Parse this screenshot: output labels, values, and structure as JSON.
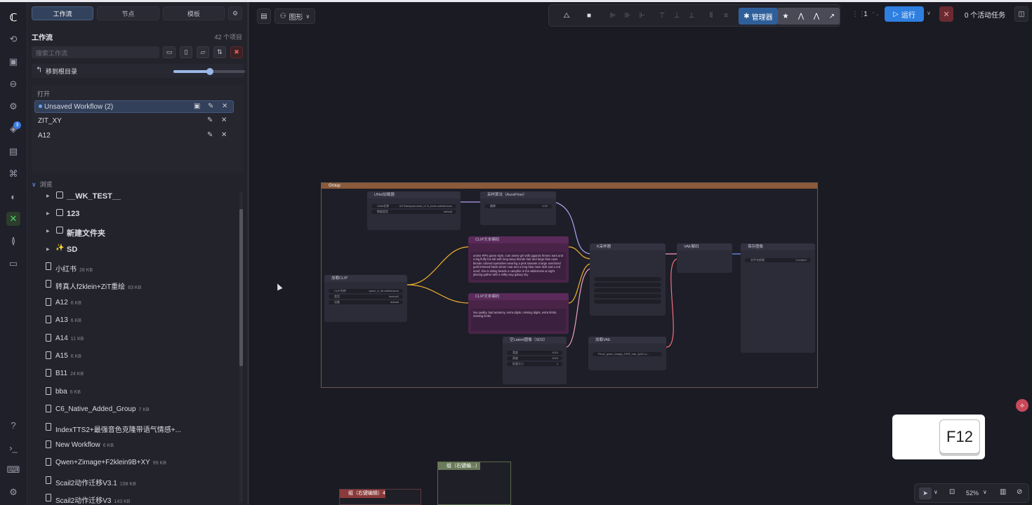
{
  "sidebar": {
    "tabs": [
      "工作流",
      "节点",
      "模板"
    ],
    "title": "工作流",
    "count": "42 个项目",
    "search_placeholder": "搜索工作流",
    "root_label": "移到根目录",
    "slider_level": 0.51,
    "open_label": "打开",
    "open_items": [
      "Unsaved Workflow (2)",
      "ZIT_XY",
      "A12"
    ],
    "browse_label": "浏览",
    "folders": [
      "__WK_TEST__",
      "123",
      "新建文件夹",
      "SD"
    ],
    "files": [
      {
        "name": "小红书",
        "size": "28 KB"
      },
      {
        "name": "转真人f2klein+ZiT重绘",
        "size": "63 KB"
      },
      {
        "name": "A12",
        "size": "6 KB"
      },
      {
        "name": "A13",
        "size": "6 KB"
      },
      {
        "name": "A14",
        "size": "11 KB"
      },
      {
        "name": "A15",
        "size": "6 KB"
      },
      {
        "name": "B11",
        "size": "24 KB"
      },
      {
        "name": "bba",
        "size": "6 KB"
      },
      {
        "name": "C6_Native_Added_Group",
        "size": "7 KB"
      },
      {
        "name": "IndexTTS2+最强音色克隆带语气情感+...",
        "size": ""
      },
      {
        "name": "New Workflow",
        "size": "6 KB"
      },
      {
        "name": "Qwen+Zimage+F2klein9B+XY",
        "size": "99 KB"
      },
      {
        "name": "Scail2动作迁移V3.1",
        "size": "158 KB"
      },
      {
        "name": "Scail2动作迁移V3",
        "size": "143 KB"
      }
    ],
    "rail_badge": "3"
  },
  "topbar": {
    "view_label": "图形",
    "manager_label": "管理器",
    "queue_count": "1",
    "run_label": "运行",
    "tasks_label": "0 个活动任务"
  },
  "canvas": {
    "group_title": "Group",
    "nodes": {
      "unet": "UNet加载器",
      "unet_w1": "UNet名称",
      "unet_w1v": "AIT3/stepcarousel_v1.5_turbo.safetensors",
      "unet_w2": "数据类型",
      "unet_w2v": "default",
      "sampling": "采样算法（AuraFlow）",
      "sampling_w": "偏移",
      "sampling_v": "3.00",
      "clip": "加载CLIP",
      "clip_w1": "CLIP名称",
      "clip_w1v": "qwen_3_4b.safetensors",
      "clip_w2": "类型",
      "clip_w2v": "lumina2",
      "clip_w3": "设备",
      "clip_w3v": "default",
      "pos_prompt": "CLIP文本编码",
      "pos_text": "anime RPG game style, cute anime girl with gigantic fennec ears and a big fluffy fox tail with long wavy blonde hair and large blue eyes blonde colored eyelashes wearing a pink sweater a large oversized gold trimmed black winter coat and a long blue maxi skirt and a red scarf, she is sitting beside a campfire in the wilderness at night placing gather with a milky way galaxy sky",
      "neg_prompt": "CLIP文本编码",
      "neg_text": "low quality, bad anatomy, extra digits, missing digits, extra limbs, missing limbs",
      "ksampler": "K采样器",
      "vae_decode": "VAE解码",
      "save": "保存图像",
      "save_w": "文件名前缀",
      "save_v": "ComfyUI",
      "latent": "空Latent图像（SD3）",
      "latent_w1": "宽度",
      "latent_w1v": "1024",
      "latent_w2": "高度",
      "latent_w2v": "1024",
      "latent_w3": "批量大小",
      "latent_w3v": "1",
      "vae": "加载VAE",
      "vae_v": "Flux2_qwen_image_HDR_vae_fp32.co..."
    },
    "mini_groups": [
      "组（右键编辑）4",
      "组（右键编...）"
    ]
  },
  "overlay": {
    "key": "F12"
  },
  "zoom": {
    "level": "52%"
  },
  "colors": {
    "accent": "#2e7fe0",
    "manager": "#2f5f9a",
    "group_header": "#8a5a3a",
    "clip_wire": "#f0b030",
    "model_wire": "#b0a0f0",
    "vae_wire": "#f07080"
  }
}
